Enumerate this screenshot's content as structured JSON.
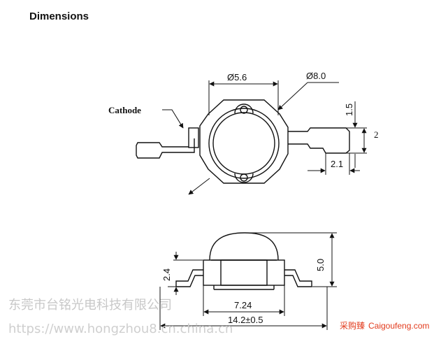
{
  "title": "Dimensions",
  "labels": {
    "cathode": "Cathode",
    "lens_diameter": "Ø5.6",
    "body_diameter": "Ø8.0",
    "lead_thickness": "1.5",
    "lead_width": "2",
    "lead_length": "2.1",
    "body_height": "2.4",
    "total_height": "5.0",
    "body_width": "7.24",
    "total_width": "14.2±0.5"
  },
  "watermarks": {
    "company": "东莞市台铭光电科技有限公司",
    "url": "https://www.hongzhou8.cn.china.cn",
    "brand_cn": "采购臻",
    "brand_en": "Caigoufeng.com"
  }
}
